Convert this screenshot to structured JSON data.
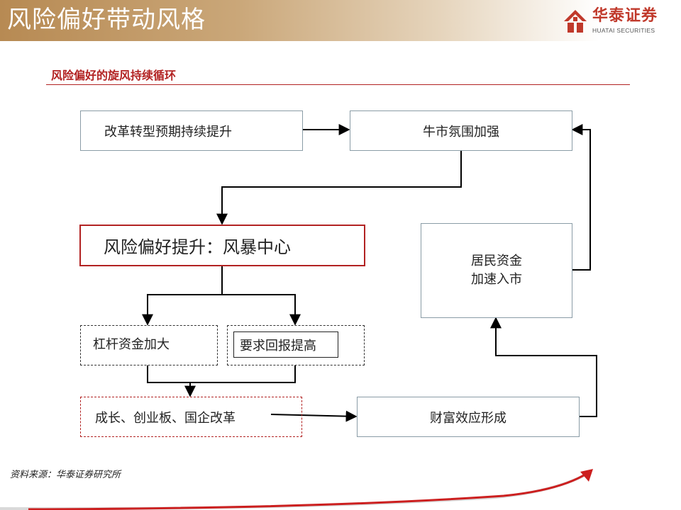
{
  "header": {
    "title": "风险偏好带动风格"
  },
  "logo": {
    "name_cn": "华泰证券",
    "name_en": "HUATAI SECURITIES"
  },
  "subtitle": "风险偏好的旋风持续循环",
  "diagram": {
    "reform_expectation": "改革转型预期持续提升",
    "bull_market": "牛市氛围加强",
    "risk_appetite": "风险偏好提升：风暴中心",
    "residents_line1": "居民资金",
    "residents_line2": "加速入市",
    "leverage": "杠杆资金加大",
    "return_demand": "要求回报提高",
    "growth_sectors": "成长、创业板、国企改革",
    "wealth_effect": "财富效应形成"
  },
  "footer": {
    "source": "资料来源：华泰证券研究所"
  },
  "colors": {
    "accent_red": "#b22222",
    "header_gold": "#b78a53",
    "box_border": "#8a9ca6"
  },
  "icons": [
    "huatai-logo-icon",
    "red-swoosh-arrow-icon"
  ]
}
